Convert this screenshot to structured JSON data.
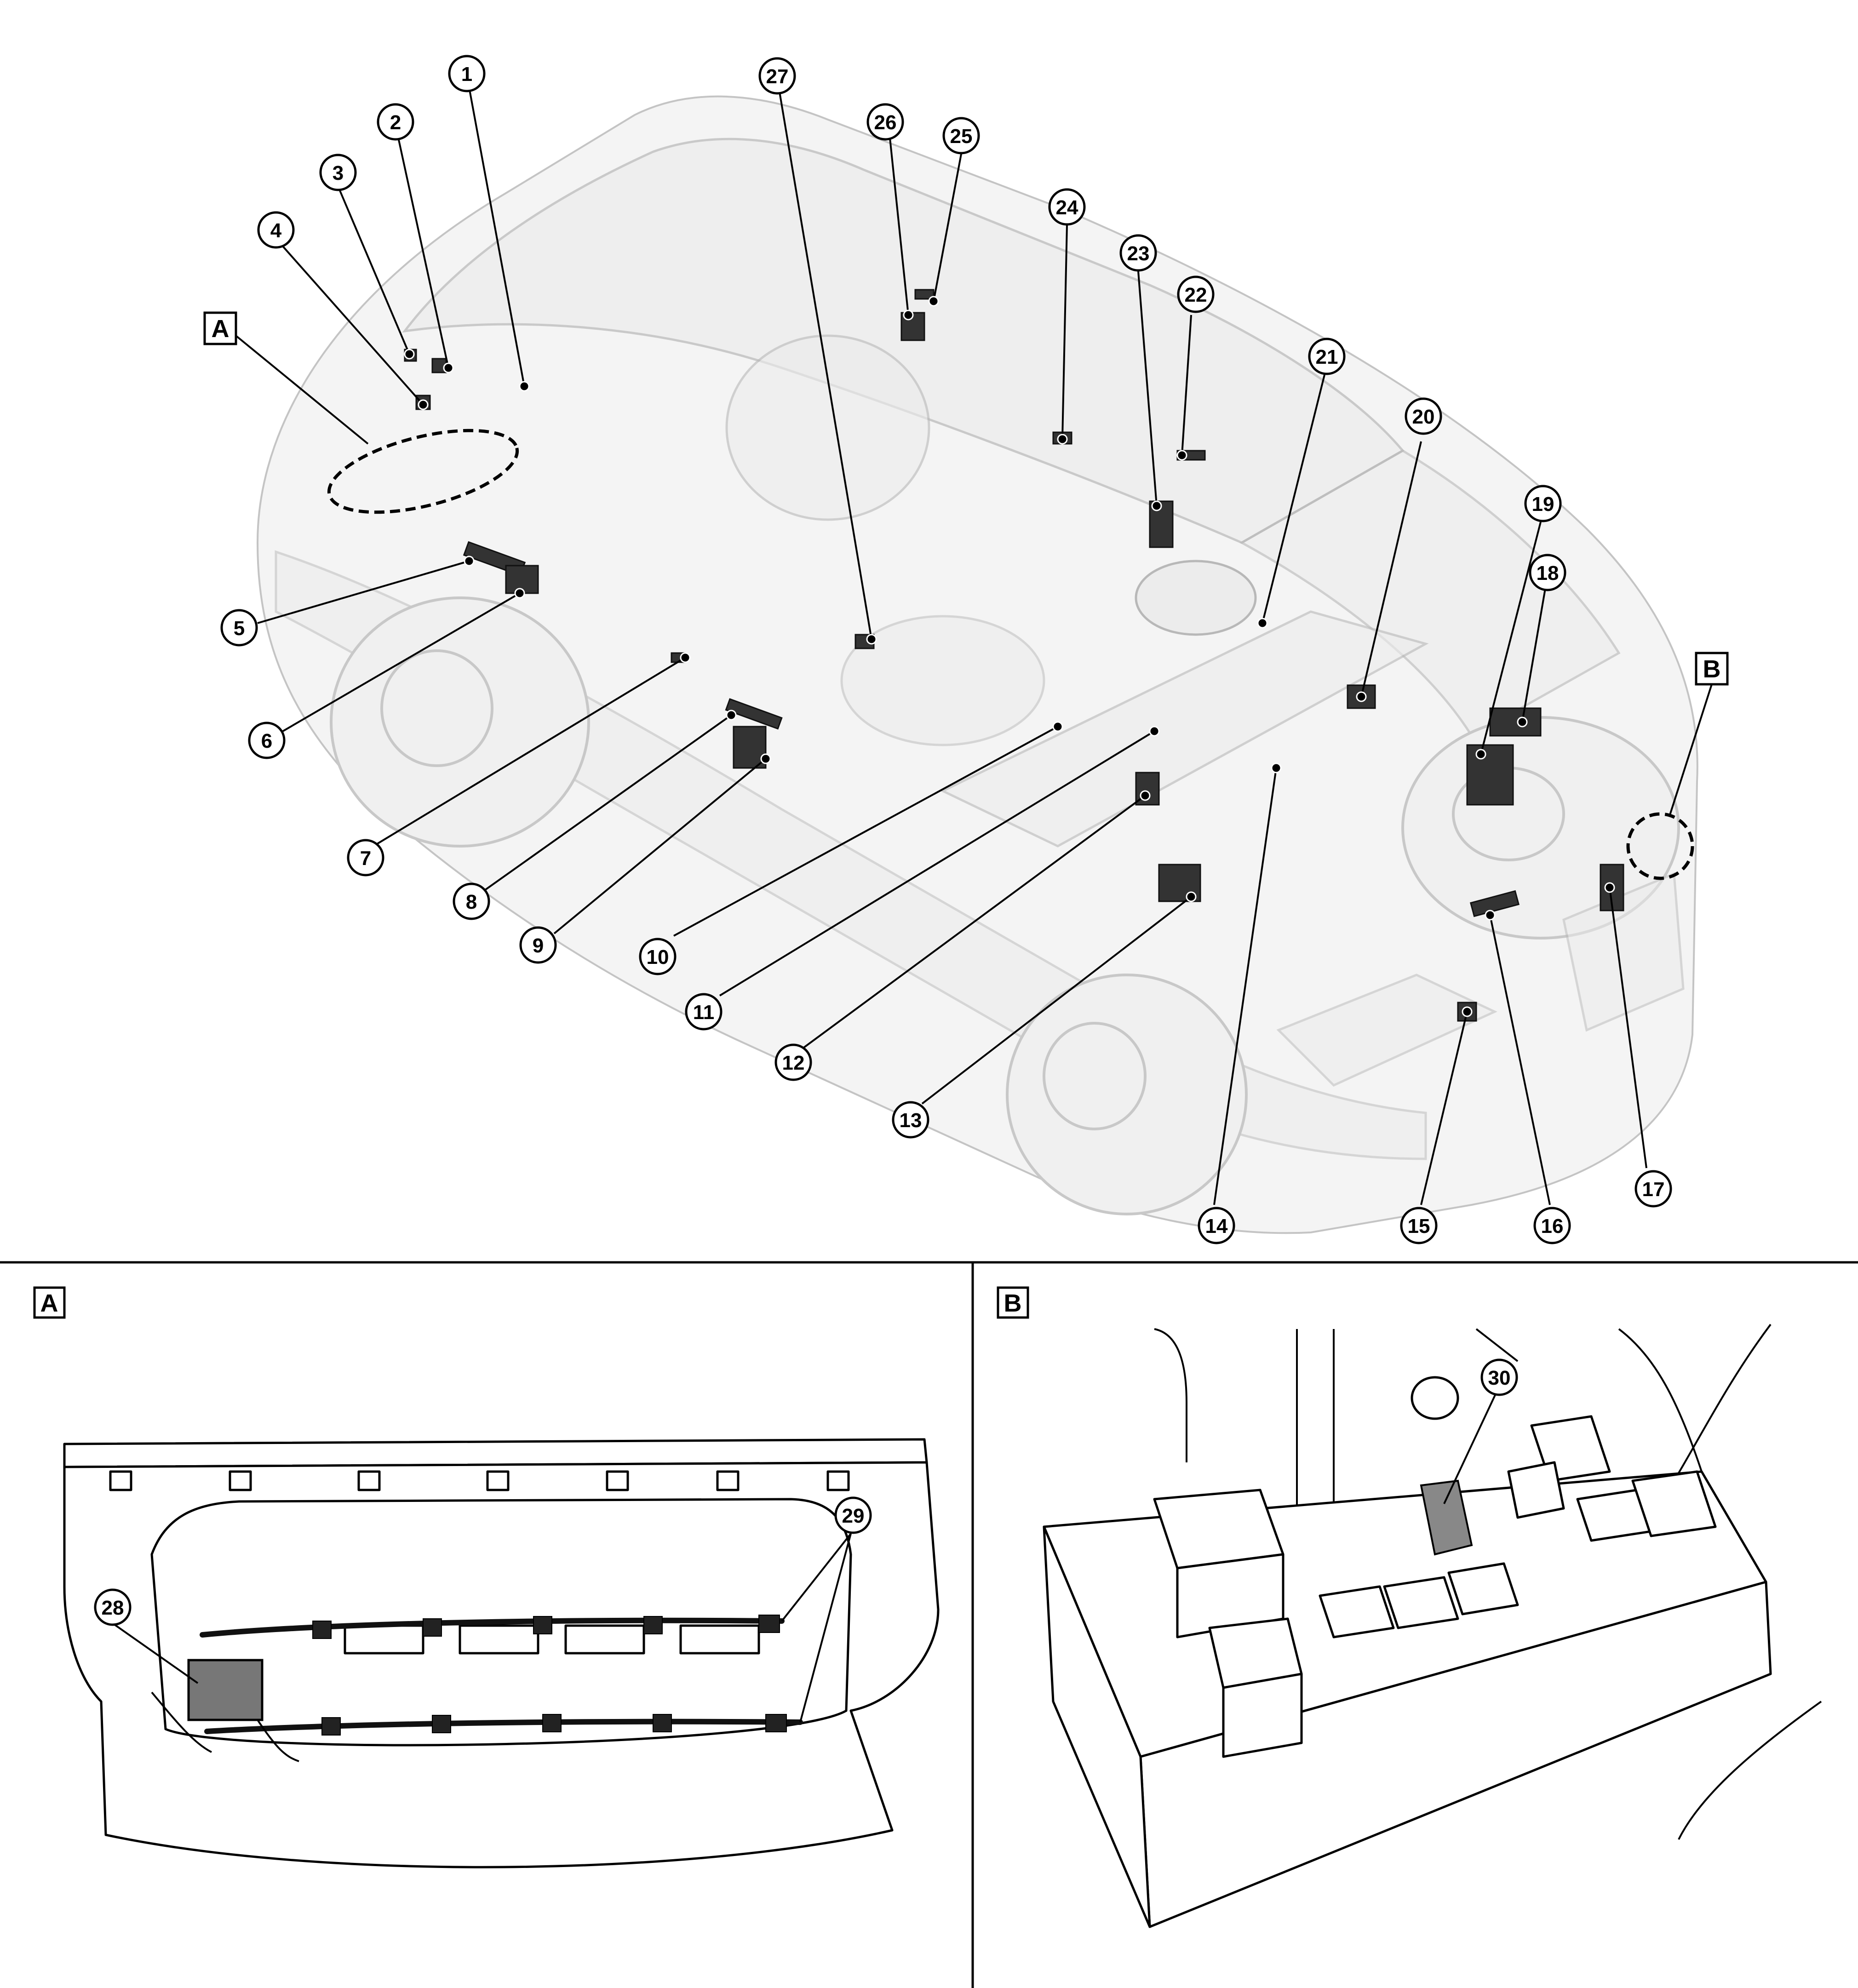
{
  "panels": {
    "main_callout_label": "A",
    "detail_b_callout_label": "B",
    "detail_a_title": "A",
    "detail_b_title": "B"
  },
  "callouts": [
    "1",
    "2",
    "3",
    "4",
    "5",
    "6",
    "7",
    "8",
    "9",
    "10",
    "11",
    "12",
    "13",
    "14",
    "15",
    "16",
    "17",
    "18",
    "19",
    "20",
    "21",
    "22",
    "23",
    "24",
    "25",
    "26",
    "27"
  ],
  "detail_a_callouts": [
    "28",
    "29"
  ],
  "detail_b_callouts": [
    "30"
  ]
}
